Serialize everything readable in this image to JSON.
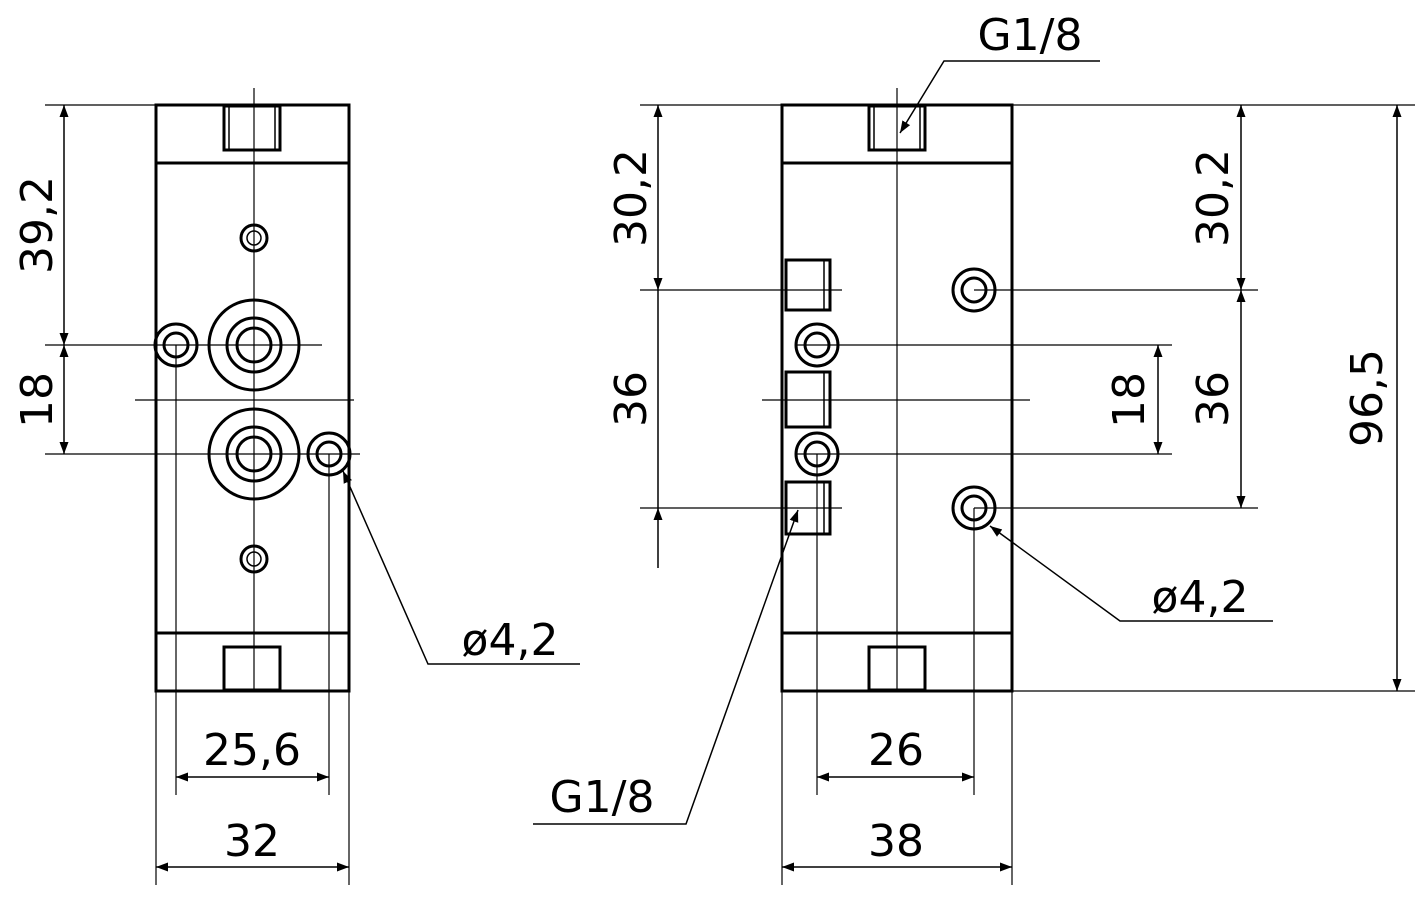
{
  "dimensions": {
    "left_view": {
      "height_top": "39,2",
      "pitch": "18",
      "mount_spacing": "25,6",
      "width": "32",
      "hole_diameter": "ø4,2"
    },
    "right_view": {
      "thread_top": "G1/8",
      "thread_side": "G1/8",
      "left_top_offset": "30,2",
      "left_spacing": "36",
      "right_top_offset": "30,2",
      "right_spacing": "36",
      "pitch": "18",
      "overall_height": "96,5",
      "hole_spacing": "26",
      "width": "38",
      "hole_diameter": "ø4,2"
    }
  }
}
